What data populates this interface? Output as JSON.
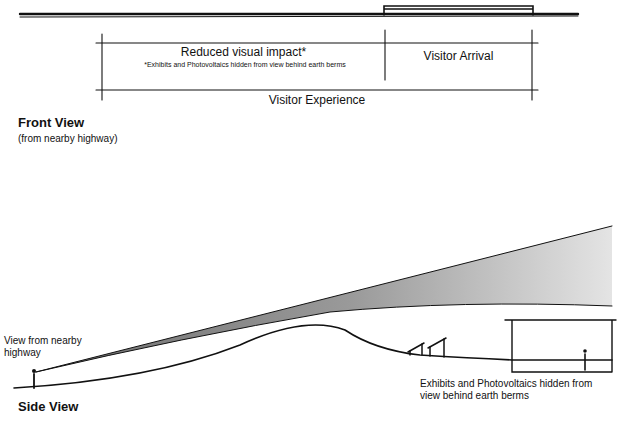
{
  "diagram": {
    "labels": [
      "Reduced visual impact*",
      "*Exhibits and Photovoltaics hidden from view behind earth berms",
      "Visitor Arrival",
      "Visitor Experience",
      "Front View",
      "(from nearby highway)",
      "View from nearby highway",
      "Exhibits and Photovoltaics hidden from view behind earth berms",
      "Side View"
    ]
  }
}
